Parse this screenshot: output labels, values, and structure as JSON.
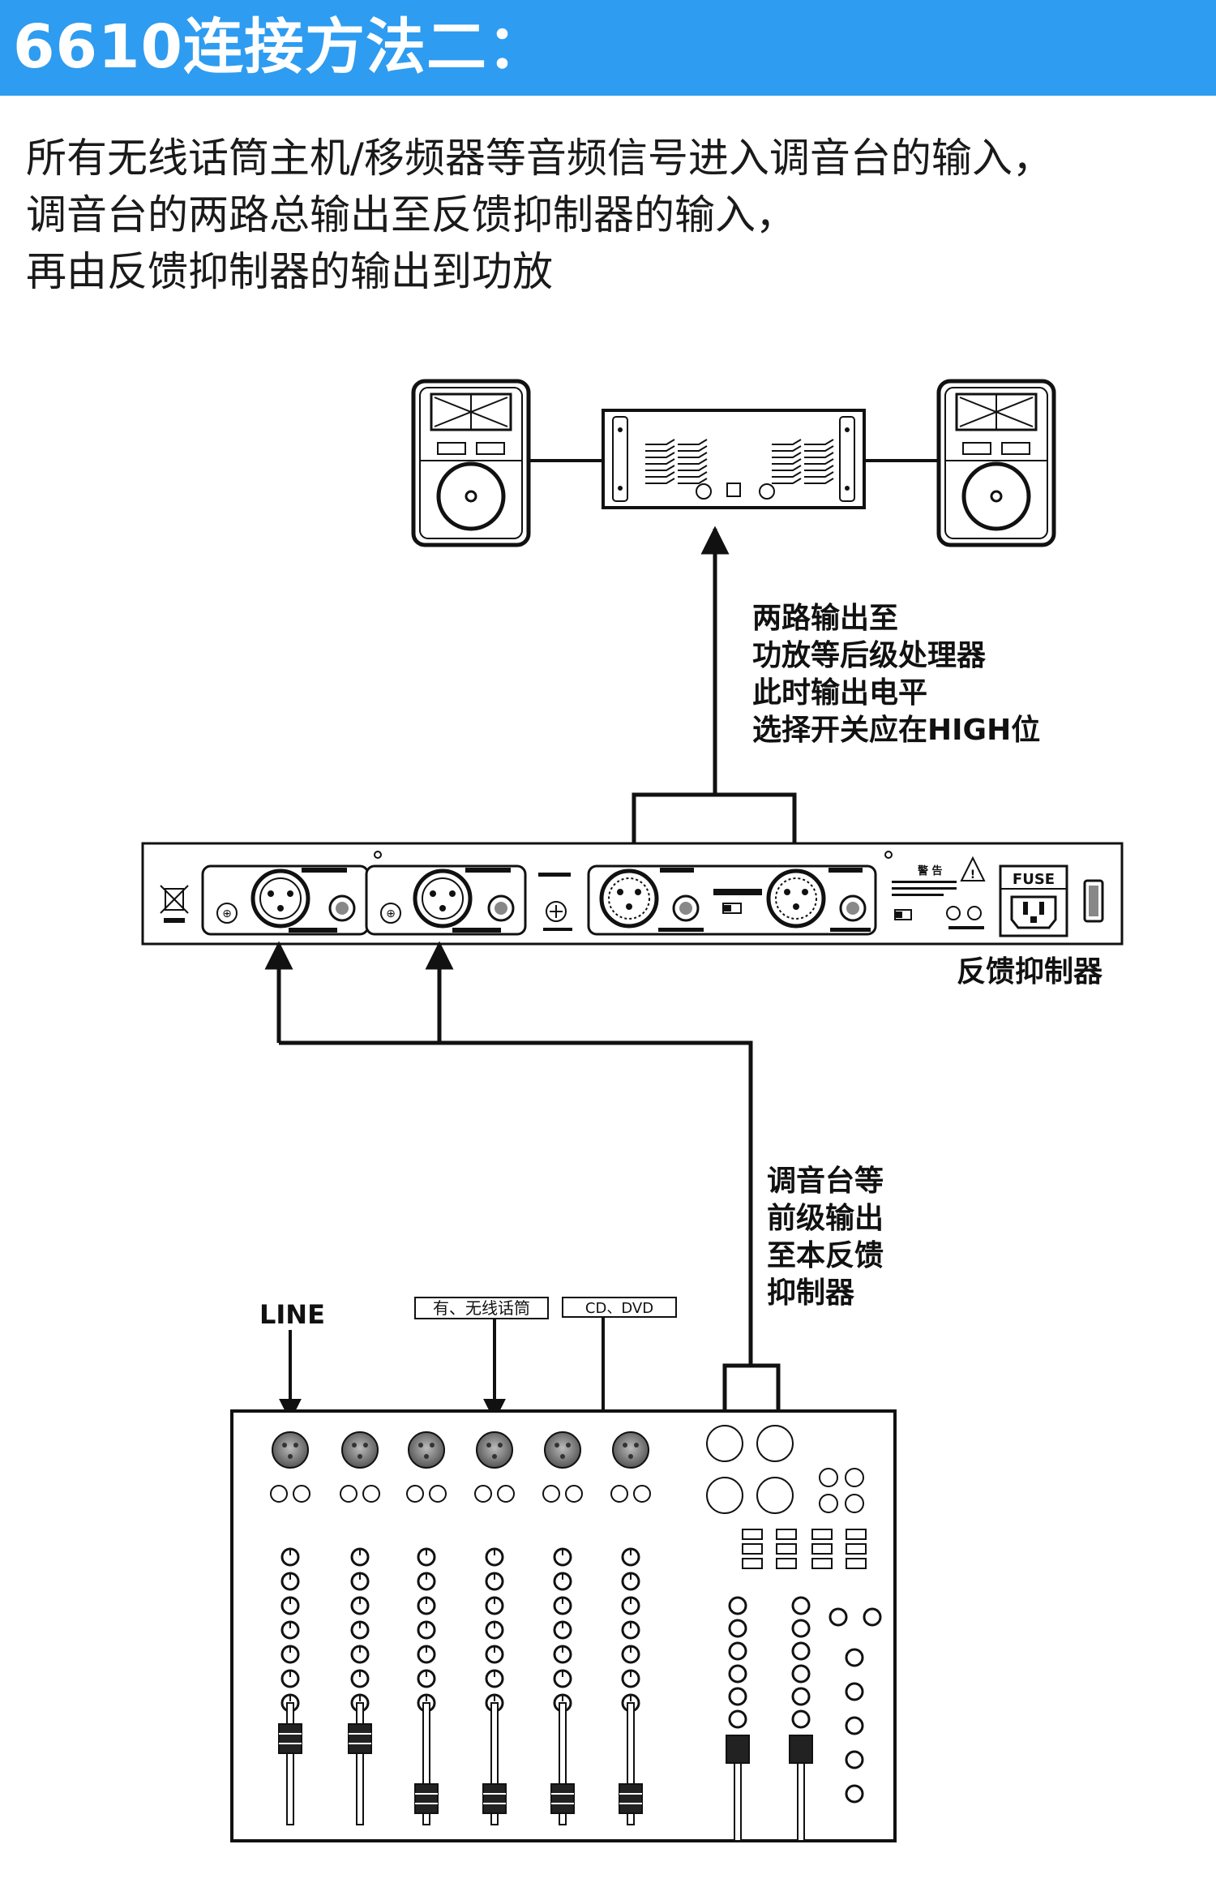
{
  "header": {
    "title": "6610连接方法二："
  },
  "description": {
    "lines": [
      "所有无线话筒主机/移频器等音频信号进入调音台的输入，",
      "调音台的两路总输出至反馈抑制器的输入，",
      "再由反馈抑制器的输出到功放"
    ]
  },
  "annotations": {
    "amp_note": [
      "两路输出至",
      "功放等后级处理器",
      "此时输出电平",
      "选择开关应在HIGH位"
    ],
    "suppressor_label": "反馈抑制器",
    "mixer_note": [
      "调音台等",
      "前级输出",
      "至本反馈",
      "抑制器"
    ]
  },
  "suppressor_panel": {
    "fuse": "FUSE",
    "warning": "警 告"
  },
  "mixer_inputs": {
    "line": "LINE",
    "mics": "有、无线话筒",
    "cd": "CD、DVD"
  }
}
